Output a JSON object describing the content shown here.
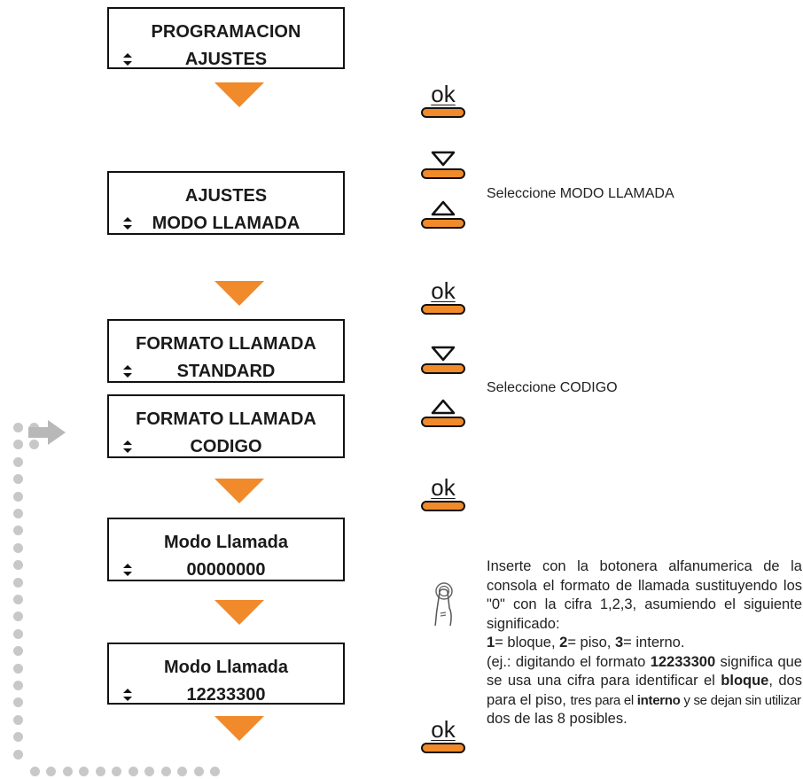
{
  "screens": [
    {
      "line1": "PROGRAMACION",
      "line2": "AJUSTES"
    },
    {
      "line1": "AJUSTES",
      "line2": "MODO LLAMADA"
    },
    {
      "line1": "FORMATO LLAMADA",
      "line2": "STANDARD"
    },
    {
      "line1": "FORMATO LLAMADA",
      "line2": "CODIGO"
    },
    {
      "line1": "Modo Llamada",
      "line2": "00000000"
    },
    {
      "line1": "Modo Llamada",
      "line2": "12233300"
    }
  ],
  "ok_label": "ok",
  "notes": {
    "select_modo": "Seleccione MODO LLAMADA",
    "select_codigo": "Seleccione CODIGO"
  },
  "info": {
    "p1": "Inserte con la botonera alfanumerica de la consola el formato de llamada sustituyendo los \"0\" con la cifra 1,2,3, asumiendo el siguiente significado:",
    "def1_num": "1",
    "def1_text": "= bloque, ",
    "def2_num": "2",
    "def2_text": "= piso, ",
    "def3_num": "3",
    "def3_text": "= interno.",
    "ex_a": "(ej.: digitando el formato ",
    "ex_code": "12233300",
    "ex_b": " significa que se usa una cifra para identificar el ",
    "ex_bloque": "bloque",
    "ex_c": ", dos para el piso, ",
    "ex_d": "tres para el ",
    "ex_interno": "interno",
    "ex_e": "  y se dejan sin utilizar",
    "ex_f": "dos de las 8 posibles."
  },
  "icons": {
    "updown": "up-down-arrows-icon",
    "keypad": "finger-press-icon",
    "loop_arrow": "return-arrow-icon"
  },
  "colors": {
    "accent": "#f08a2a",
    "dots": "#c8c8c8"
  }
}
